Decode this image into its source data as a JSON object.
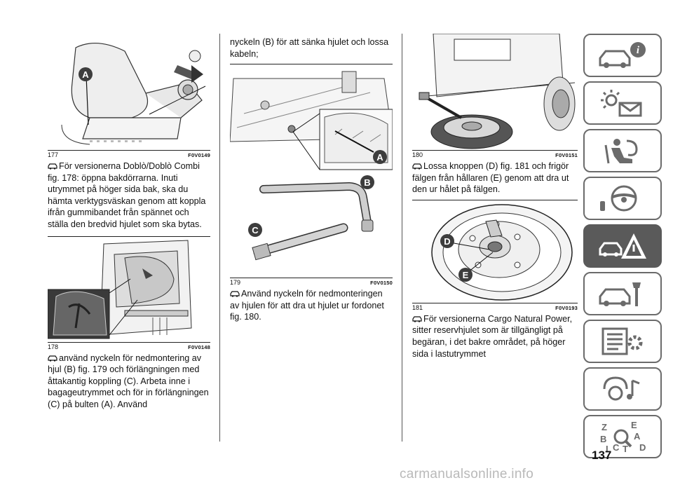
{
  "page": {
    "number": "137",
    "watermark": "carmanualsonline.info"
  },
  "figures": {
    "f177": {
      "num": "177",
      "code": "F0V0149",
      "labels": [
        "A"
      ]
    },
    "f178": {
      "num": "178",
      "code": "F0V0148"
    },
    "f179": {
      "num": "179",
      "code": "F0V0150",
      "labels": [
        "A",
        "B",
        "C"
      ]
    },
    "f180": {
      "num": "180",
      "code": "F0V0151"
    },
    "f181": {
      "num": "181",
      "code": "F0V0193",
      "labels": [
        "D",
        "E"
      ]
    }
  },
  "paragraphs": {
    "p1": "För versionerna Doblò/Doblò Combi fig. 178: öppna bakdörrarna. Inuti utrymmet på höger sida bak, ska du hämta verktygsväskan genom att koppla ifrån gummibandet från spännet och ställa den bredvid hjulet som ska bytas.",
    "p2": "använd nyckeln för nedmontering av hjul (B) fig. 179 och förlängningen med åttakantig koppling (C). Arbeta inne i bagageutrymmet och för in förlängningen (C) på bulten (A). Använd",
    "p3": "nyckeln (B) för att sänka hjulet och lossa kabeln;",
    "p4": "Använd nyckeln för nedmonteringen av hjulen för att dra ut hjulet ur fordonet fig. 180.",
    "p5": "Lossa knoppen (D) fig. 181 och frigör fälgen från hållaren (E) genom att dra ut den ur hålet på fälgen.",
    "p6": "För versionerna Cargo Natural Power, sitter reservhjulet som är tillgängligt på begäran, i det bakre området, på höger sida i lastutrymmet"
  },
  "sidebar": {
    "tabs": [
      {
        "icon": "car-info-icon"
      },
      {
        "icon": "lights-mail-icon"
      },
      {
        "icon": "airbag-seat-icon"
      },
      {
        "icon": "steering-wheel-icon"
      },
      {
        "icon": "emergency-warning-icon",
        "active": true
      },
      {
        "icon": "car-service-icon"
      },
      {
        "icon": "specifications-icon"
      },
      {
        "icon": "multimedia-icon"
      },
      {
        "icon": "index-icon",
        "letters": [
          "Z",
          "E",
          "A",
          "B",
          "C",
          "T",
          "D",
          "I"
        ]
      }
    ]
  }
}
